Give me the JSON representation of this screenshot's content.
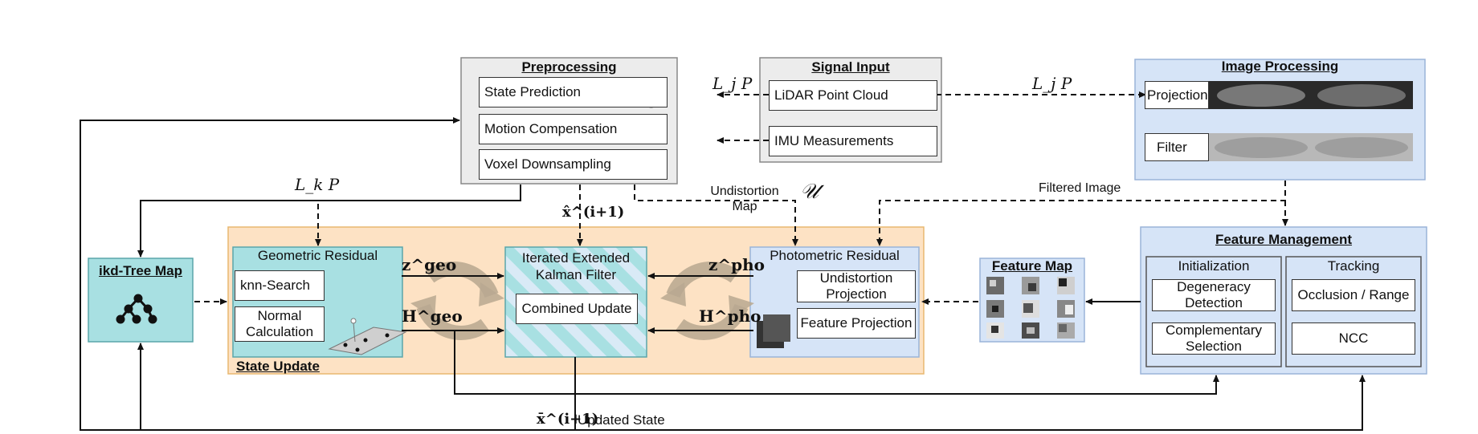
{
  "preprocessing": {
    "title": "Preprocessing",
    "items": [
      "State Prediction",
      "Motion Compensation",
      "Voxel Downsampling"
    ]
  },
  "signal_input": {
    "title": "Signal Input",
    "items": [
      "LiDAR Point Cloud",
      "IMU Measurements"
    ]
  },
  "image_processing": {
    "title": "Image Processing",
    "items": [
      "Projection",
      "Filter"
    ]
  },
  "feature_management": {
    "title": "Feature Management",
    "initialization": {
      "title": "Initialization",
      "items": [
        "Degeneracy Detection",
        "Complementary Selection"
      ]
    },
    "tracking": {
      "title": "Tracking",
      "items": [
        "Occlusion / Range",
        "NCC"
      ]
    }
  },
  "feature_map": {
    "title": "Feature Map"
  },
  "ikd_tree": {
    "title": "ikd-Tree Map"
  },
  "state_update": {
    "label": "State Update",
    "geometric": {
      "title": "Geometric Residual",
      "items": [
        "knn-Search",
        "Normal Calculation"
      ]
    },
    "iekf": {
      "title": "Iterated Extended Kalman Filter",
      "update": "Combined Update"
    },
    "photometric": {
      "title": "Photometric Residual",
      "items": [
        "Undistortion Projection",
        "Feature Projection"
      ]
    }
  },
  "edge_labels": {
    "lj_p_left": "L_j P",
    "lj_p_right": "L_j P",
    "lk_p": "L_k P",
    "x_hat": "x̂^(i+1)",
    "x_bar": "x̄^(i+1)",
    "undistortion_map": "Undistortion Map",
    "u_symbol": "𝒰",
    "filtered_image": "Filtered Image",
    "updated_state": "Updated State",
    "z_geo": "z^geo",
    "h_geo": "H^geo",
    "z_pho": "z^pho",
    "h_pho": "H^pho"
  },
  "colors": {
    "teal": "#a8e0e2",
    "orange": "#fde2c4",
    "blue": "#d6e4f7",
    "gray": "#ececec"
  }
}
